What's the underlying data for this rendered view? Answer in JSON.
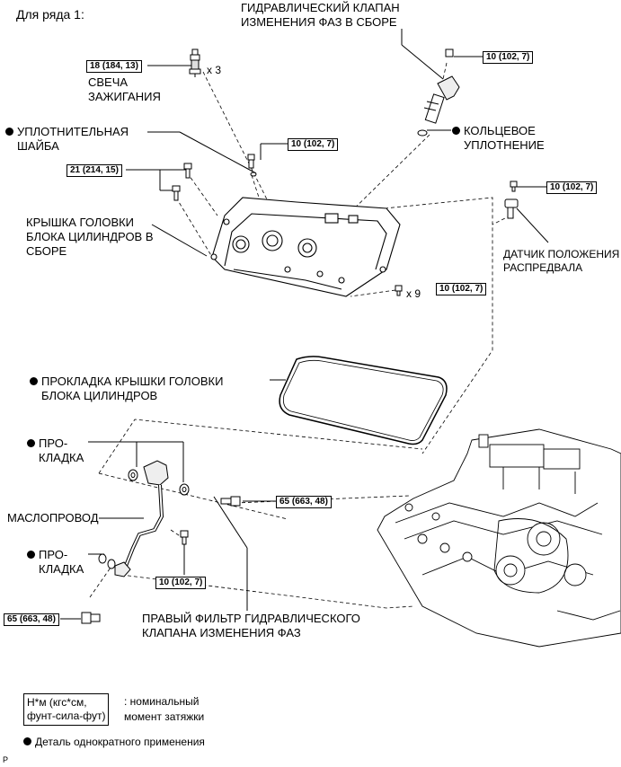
{
  "header": {
    "row_title": "Для ряда 1:"
  },
  "parts": {
    "ocv_assembly": [
      "ГИДРАВЛИЧЕСКИЙ КЛАПАН",
      "ИЗМЕНЕНИЯ ФАЗ В СБОРЕ"
    ],
    "spark_plug": [
      "СВЕЧА",
      "ЗАЖИГАНИЯ"
    ],
    "seal_washer": [
      "УПЛОТНИТЕЛЬНАЯ",
      "ШАЙБА"
    ],
    "o_ring": [
      "КОЛЬЦЕВОЕ",
      "УПЛОТНЕНИЕ"
    ],
    "head_cover": [
      "КРЫШКА ГОЛОВКИ",
      "БЛОКА ЦИЛИНДРОВ В",
      "СБОРЕ"
    ],
    "cam_sensor": [
      "ДАТЧИК ПОЛОЖЕНИЯ",
      "РАСПРЕДВАЛА"
    ],
    "cover_gasket": [
      "ПРОКЛАДКА КРЫШКИ ГОЛОВКИ",
      "БЛОКА ЦИЛИНДРОВ"
    ],
    "gasket_upper": [
      "ПРО-",
      "КЛАДКА"
    ],
    "oil_pipe": "МАСЛОПРОВОД",
    "gasket_lower": [
      "ПРО-",
      "КЛАДКА"
    ],
    "ocv_filter": [
      "ПРАВЫЙ ФИЛЬТР ГИДРАВЛИЧЕСКОГО",
      "КЛАПАНА ИЗМЕНЕНИЯ ФАЗ"
    ]
  },
  "torques": {
    "spark_plug": "18 (184, 13)",
    "ocv_bolt": "10 (102, 7)",
    "washer_bolt": "10 (102, 7)",
    "cover_bolts_left": "21 (214, 15)",
    "cam_sensor_bolt": "10 (102, 7)",
    "cover_bolts_right": "10 (102, 7)",
    "union_bolt_right": "65 (663, 48)",
    "pipe_bolt": "10 (102, 7)",
    "union_bolt_left": "65 (663, 48)"
  },
  "multipliers": {
    "spark_plug": "x 3",
    "cover_bolts": "x 9"
  },
  "legend": {
    "unit_box": [
      "Н*м (кгс*см,",
      "фунт-сила-фут)"
    ],
    "unit_desc": [
      ": номинальный",
      "момент затяжки"
    ],
    "single_use": "Деталь однократного применения"
  },
  "footer": {
    "page_mark": "P"
  },
  "colors": {
    "ink": "#000000",
    "background": "#ffffff"
  },
  "icons": {
    "bullet": "black-dot-icon"
  }
}
